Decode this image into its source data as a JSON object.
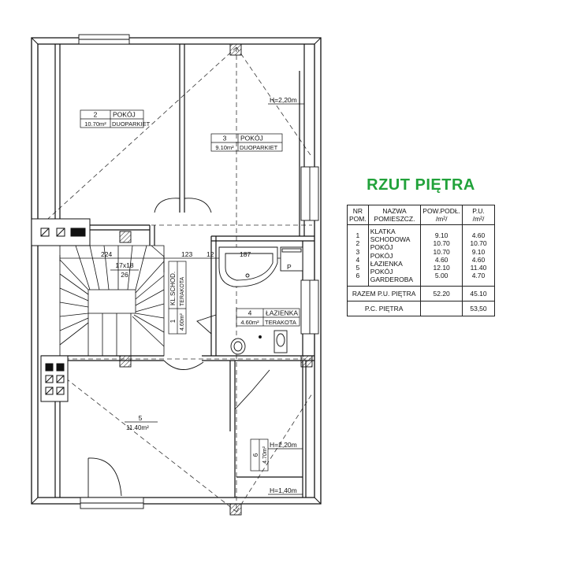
{
  "title": "RZUT PIĘTRA",
  "legend": {
    "headers": {
      "nr": [
        "NR",
        "POM."
      ],
      "name": "NAZWA POMIESZCZ.",
      "pow": [
        "POW.PODŁ.",
        "/m²/"
      ],
      "pu": [
        "P.U.",
        "/m²/"
      ]
    },
    "rows": [
      {
        "nr": "1",
        "name": "KLATKA SCHODOWA",
        "pow": "9.10",
        "pu": "4.60"
      },
      {
        "nr": "2",
        "name": "POKÓJ",
        "pow": "10.70",
        "pu": "10.70"
      },
      {
        "nr": "3",
        "name": "POKÓJ",
        "pow": "10.70",
        "pu": "9.10"
      },
      {
        "nr": "4",
        "name": "ŁAZIENKA",
        "pow": "4.60",
        "pu": "4.60"
      },
      {
        "nr": "5",
        "name": "POKÓJ",
        "pow": "12.10",
        "pu": "11.40"
      },
      {
        "nr": "6",
        "name": "GARDEROBA",
        "pow": "5.00",
        "pu": "4.70"
      }
    ],
    "total_pu": {
      "label": "RAZEM P.U. PIĘTRA",
      "pow": "52.20",
      "pu": "45.10"
    },
    "total_pc": {
      "label": "P.C. PIĘTRA",
      "pu": "53,50"
    }
  },
  "plan": {
    "room2": {
      "nr": "2",
      "name": "POKÓJ",
      "area": "10.70m²",
      "floor": "DUOPARKIET"
    },
    "room3": {
      "nr": "3",
      "name": "POKÓJ",
      "area": "9.10m²",
      "floor": "DUOPARKIET"
    },
    "room1": {
      "nr": "1",
      "name": "KL.SCHOD.",
      "area": "4.60m²",
      "floor": "TERAKOTA"
    },
    "room4": {
      "nr": "4",
      "name": "ŁAZIENKA",
      "area": "4.60m²",
      "floor": "TERAKOTA"
    },
    "room5": {
      "nr": "5",
      "area": "11.40m²"
    },
    "room6": {
      "nr": "6",
      "area": "4.70m²"
    },
    "heights": {
      "room3": "H=2,20m",
      "room6_top": "H=2,20m",
      "room6_bottom": "H=1,40m"
    },
    "dimensions": {
      "d224": "224",
      "d123": "123",
      "d12": "12",
      "d187": "187"
    },
    "stairs": {
      "size": "17x18",
      "steps": "26"
    },
    "bath_mark": "P"
  }
}
